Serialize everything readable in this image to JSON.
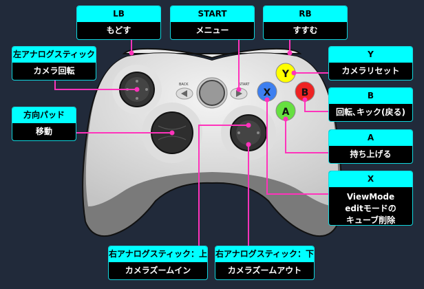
{
  "colors": {
    "background": "#212a3a",
    "label_header": "#00ffff",
    "label_body": "#000000",
    "leader_line": "#ff33bb",
    "button_y": "#ffff00",
    "button_x": "#3d7ff0",
    "button_b": "#ee2222",
    "button_a": "#66e040"
  },
  "controller": {
    "back_label": "BACK",
    "start_label": "START",
    "y": "Y",
    "x": "X",
    "b": "B",
    "a": "A"
  },
  "labels": {
    "lb": {
      "title": "LB",
      "action": "もどす"
    },
    "start": {
      "title": "START",
      "action": "メニュー"
    },
    "rb": {
      "title": "RB",
      "action": "すすむ"
    },
    "left_stick": {
      "title": "左アナログスティック",
      "action": "カメラ回転"
    },
    "dpad": {
      "title": "方向パッド",
      "action": "移動"
    },
    "y": {
      "title": "Y",
      "action": "カメラリセット"
    },
    "b": {
      "title": "B",
      "action": "回転､キック(戻る)"
    },
    "a": {
      "title": "A",
      "action": "持ち上げる"
    },
    "x": {
      "title": "X",
      "action": "ViewMode\neditモードの\nキューブ削除"
    },
    "right_stick_up": {
      "title": "右アナログスティック：上",
      "action": "カメラズームイン"
    },
    "right_stick_down": {
      "title": "右アナログスティック：下",
      "action": "カメラズームアウト"
    }
  }
}
